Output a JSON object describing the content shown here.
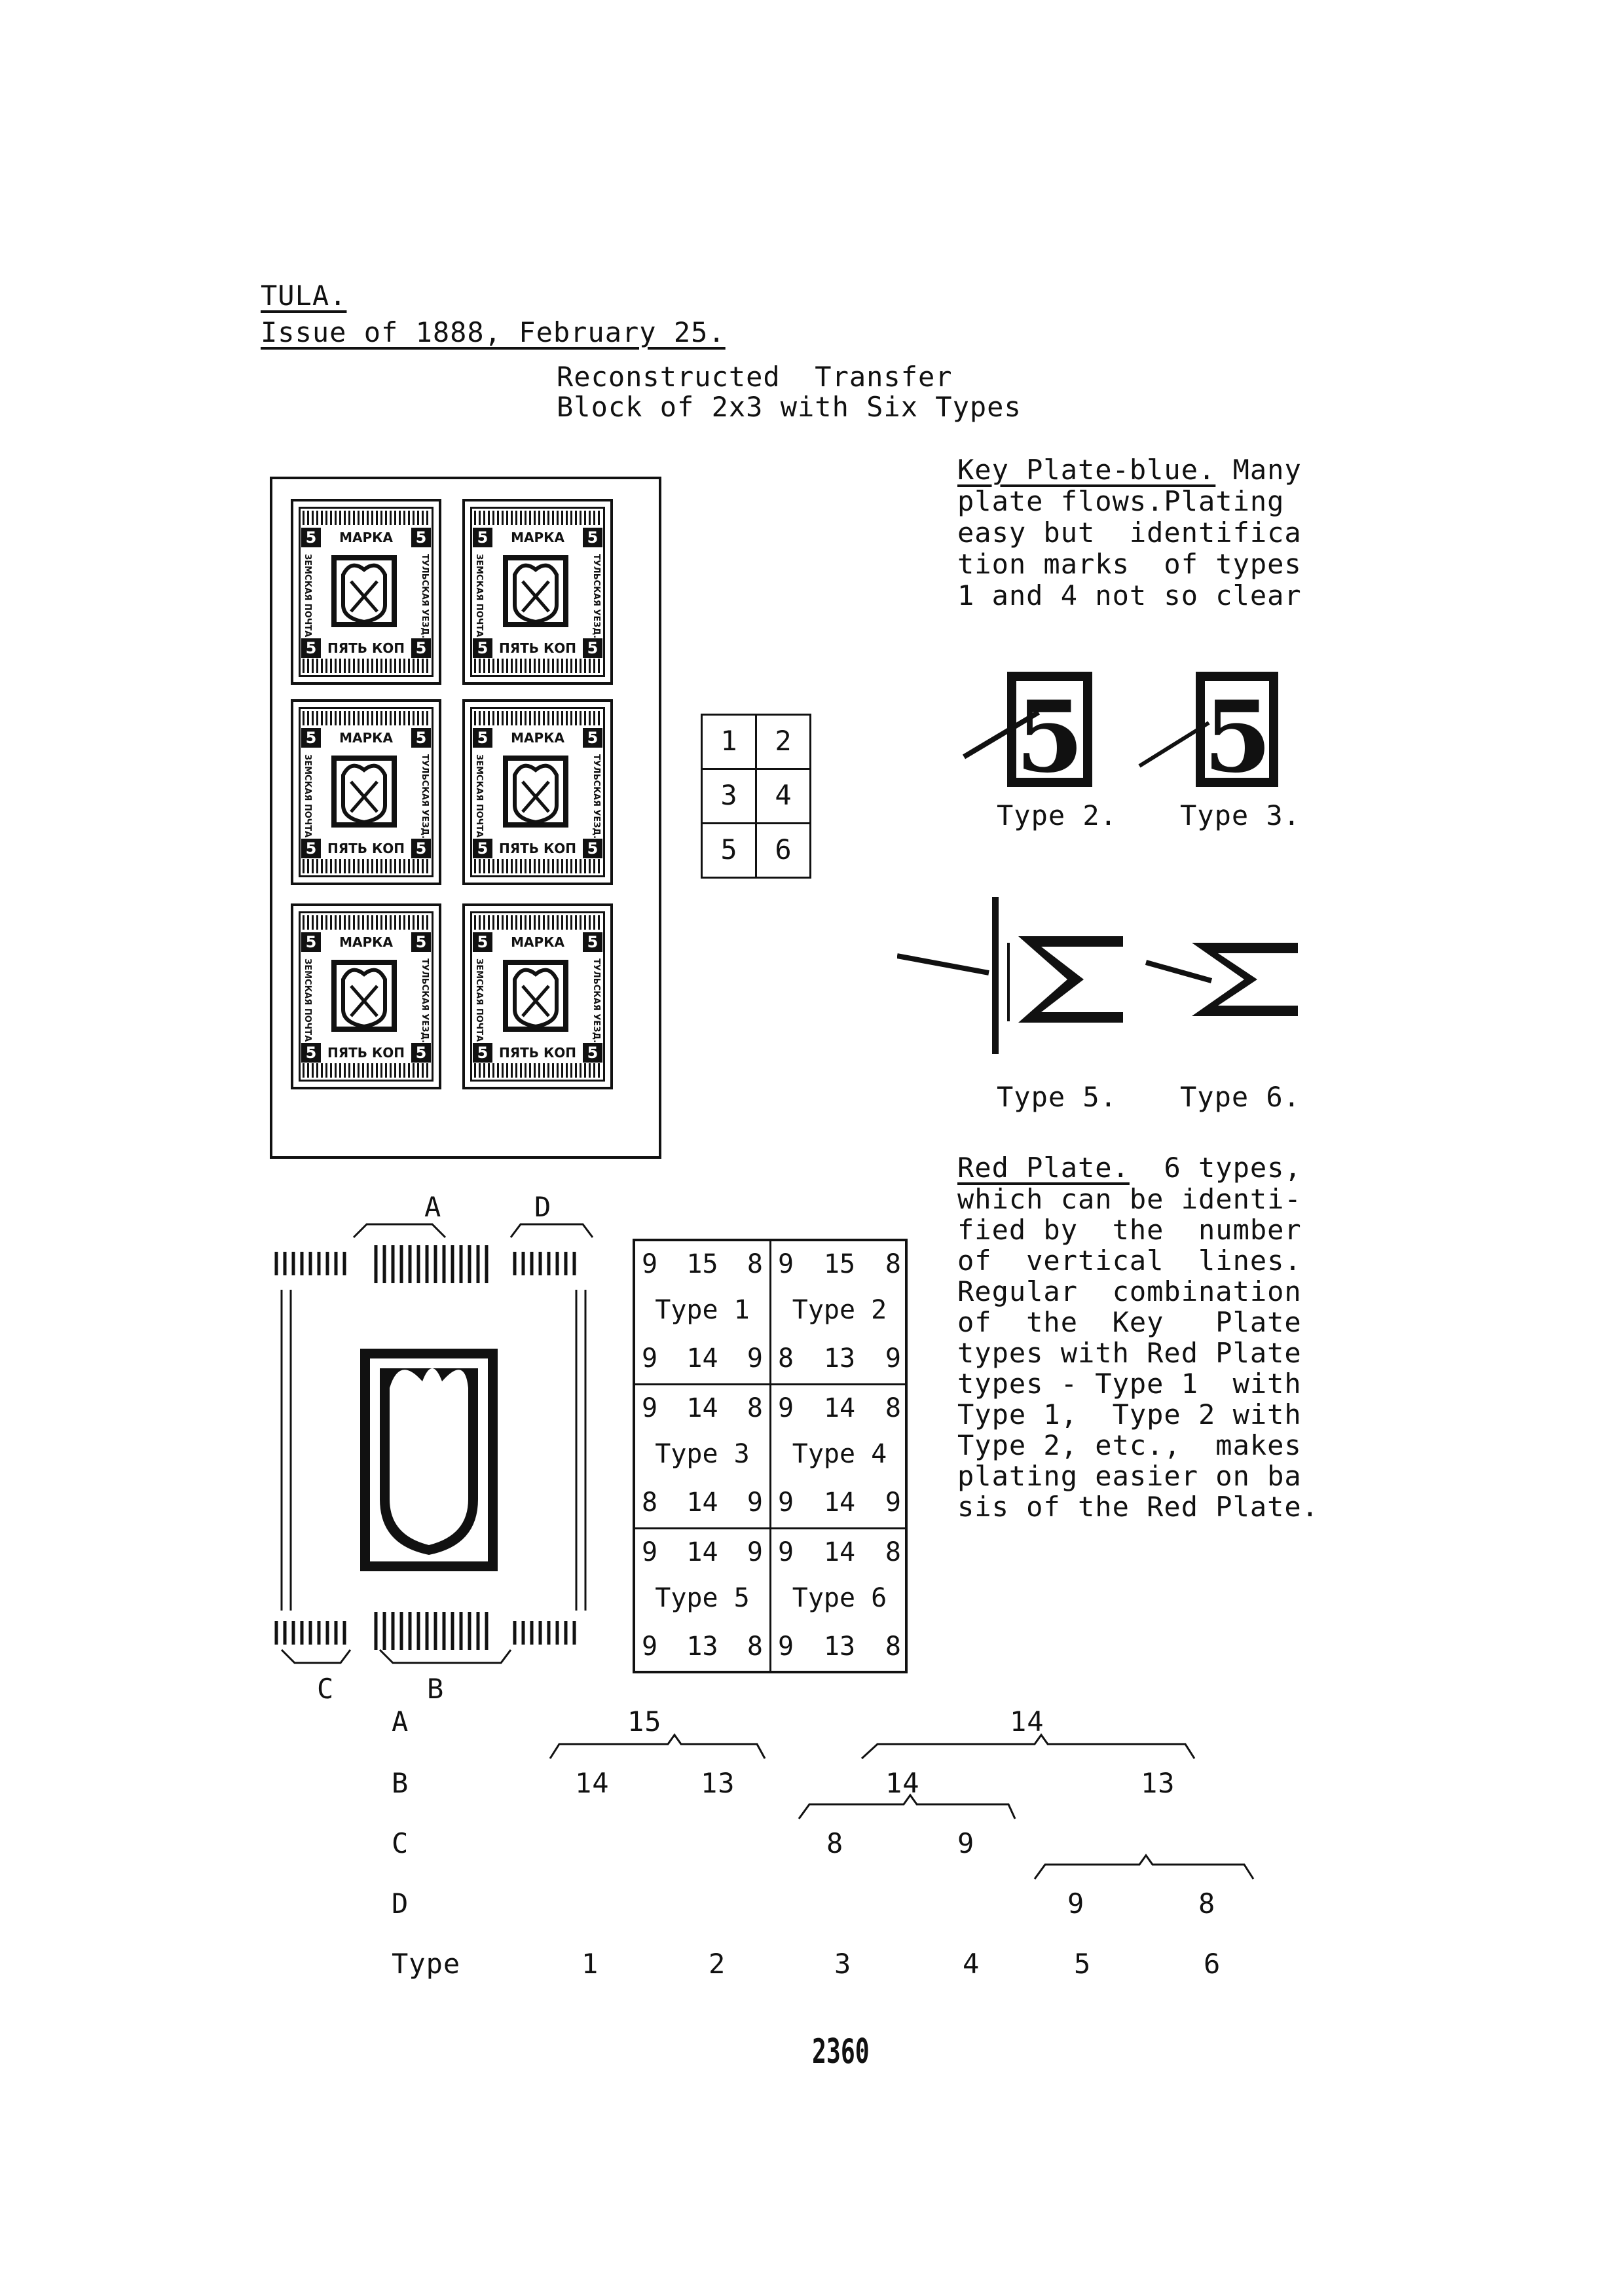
{
  "header": {
    "title": "TULA.",
    "issue": "Issue of 1888, February 25."
  },
  "caption": {
    "line1": "Reconstructed  Transfer",
    "line2": "Block of 2x3 with Six Types"
  },
  "stamp": {
    "top_label": "МАРКА",
    "bottom_label": "ПЯТЬ КОП",
    "value": "5",
    "side_left": "ЗЕМСКАЯ ПОЧТА",
    "side_right": "ТУЛЬСКАЯ УЕЗД."
  },
  "position_grid": [
    "1",
    "2",
    "3",
    "4",
    "5",
    "6"
  ],
  "key_plate": {
    "heading": "Key Plate-blue.",
    "line1_rest": " Many",
    "lines": [
      "plate flows.Plating",
      "easy but  identifica",
      "tion marks  of types",
      "1 and 4 not so clear"
    ]
  },
  "type_labels": {
    "t2": "Type 2.",
    "t3": "Type 3.",
    "t5": "Type 5.",
    "t6": "Type 6."
  },
  "red_plate": {
    "heading": "Red Plate.",
    "line1_rest": "  6 types,",
    "lines": [
      "which can be identi-",
      "fied by  the  number",
      "of  vertical  lines.",
      "Regular  combination",
      "of  the  Key   Plate",
      "types with Red Plate",
      "types - Type 1  with",
      "Type 1,  Type 2 with",
      "Type 2, etc.,  makes",
      "plating easier on ba",
      "sis of the Red Plate."
    ]
  },
  "diagram_labels": {
    "a": "A",
    "b": "B",
    "c": "C",
    "d": "D"
  },
  "type_table": [
    {
      "top": [
        "9",
        "15",
        "8"
      ],
      "name": "Type 1",
      "bottom": [
        "9",
        "14",
        "9"
      ]
    },
    {
      "top": [
        "9",
        "15",
        "8"
      ],
      "name": "Type 2",
      "bottom": [
        "8",
        "13",
        "9"
      ]
    },
    {
      "top": [
        "9",
        "14",
        "8"
      ],
      "name": "Type 3",
      "bottom": [
        "8",
        "14",
        "9"
      ]
    },
    {
      "top": [
        "9",
        "14",
        "8"
      ],
      "name": "Type 4",
      "bottom": [
        "9",
        "14",
        "9"
      ]
    },
    {
      "top": [
        "9",
        "14",
        "9"
      ],
      "name": "Type 5",
      "bottom": [
        "9",
        "13",
        "8"
      ]
    },
    {
      "top": [
        "9",
        "14",
        "8"
      ],
      "name": "Type 6",
      "bottom": [
        "9",
        "13",
        "8"
      ]
    }
  ],
  "tree": {
    "row_labels": [
      "A",
      "B",
      "C",
      "D",
      "Type"
    ],
    "a_values": [
      "15",
      "14"
    ],
    "b_values": [
      "14",
      "13",
      "14",
      "13"
    ],
    "c_values": [
      "8",
      "9"
    ],
    "d_values": [
      "9",
      "8"
    ],
    "types": [
      "1",
      "2",
      "3",
      "4",
      "5",
      "6"
    ]
  },
  "page_number": "2360"
}
